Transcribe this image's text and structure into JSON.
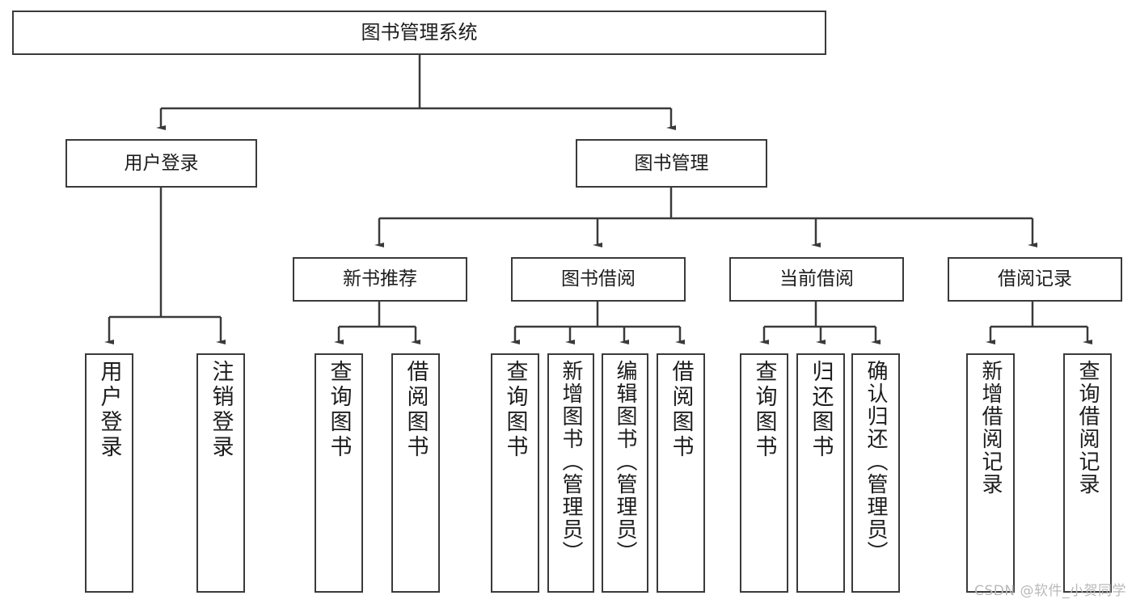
{
  "diagram": {
    "type": "tree",
    "title": "图书管理系统",
    "colors": {
      "box_border": "#3a3a3a",
      "box_fill": "#ffffff",
      "connector": "#3a3a3a",
      "background": "#ffffff",
      "watermark": "#b9b9b9"
    },
    "root": {
      "label": "图书管理系统"
    },
    "level2": [
      {
        "label": "用户登录"
      },
      {
        "label": "图书管理"
      }
    ],
    "level3": [
      {
        "label": "新书推荐"
      },
      {
        "label": "图书借阅"
      },
      {
        "label": "当前借阅"
      },
      {
        "label": "借阅记录"
      }
    ],
    "leaves": {
      "user_login": [
        {
          "label": "用户登录"
        },
        {
          "label": "注销登录"
        }
      ],
      "new_book_recommend": [
        {
          "label": "查询图书"
        },
        {
          "label": "借阅图书"
        }
      ],
      "book_borrow": [
        {
          "label": "查询图书"
        },
        {
          "label": "新增图书（管理员）"
        },
        {
          "label": "编辑图书（管理员）"
        },
        {
          "label": "借阅图书"
        }
      ],
      "current_borrow": [
        {
          "label": "查询图书"
        },
        {
          "label": "归还图书"
        },
        {
          "label": "确认归还（管理员）"
        }
      ],
      "borrow_record": [
        {
          "label": "新增借阅记录"
        },
        {
          "label": "查询借阅记录"
        }
      ]
    }
  },
  "watermark": {
    "text": "CSDN @软件_小贺同学"
  }
}
